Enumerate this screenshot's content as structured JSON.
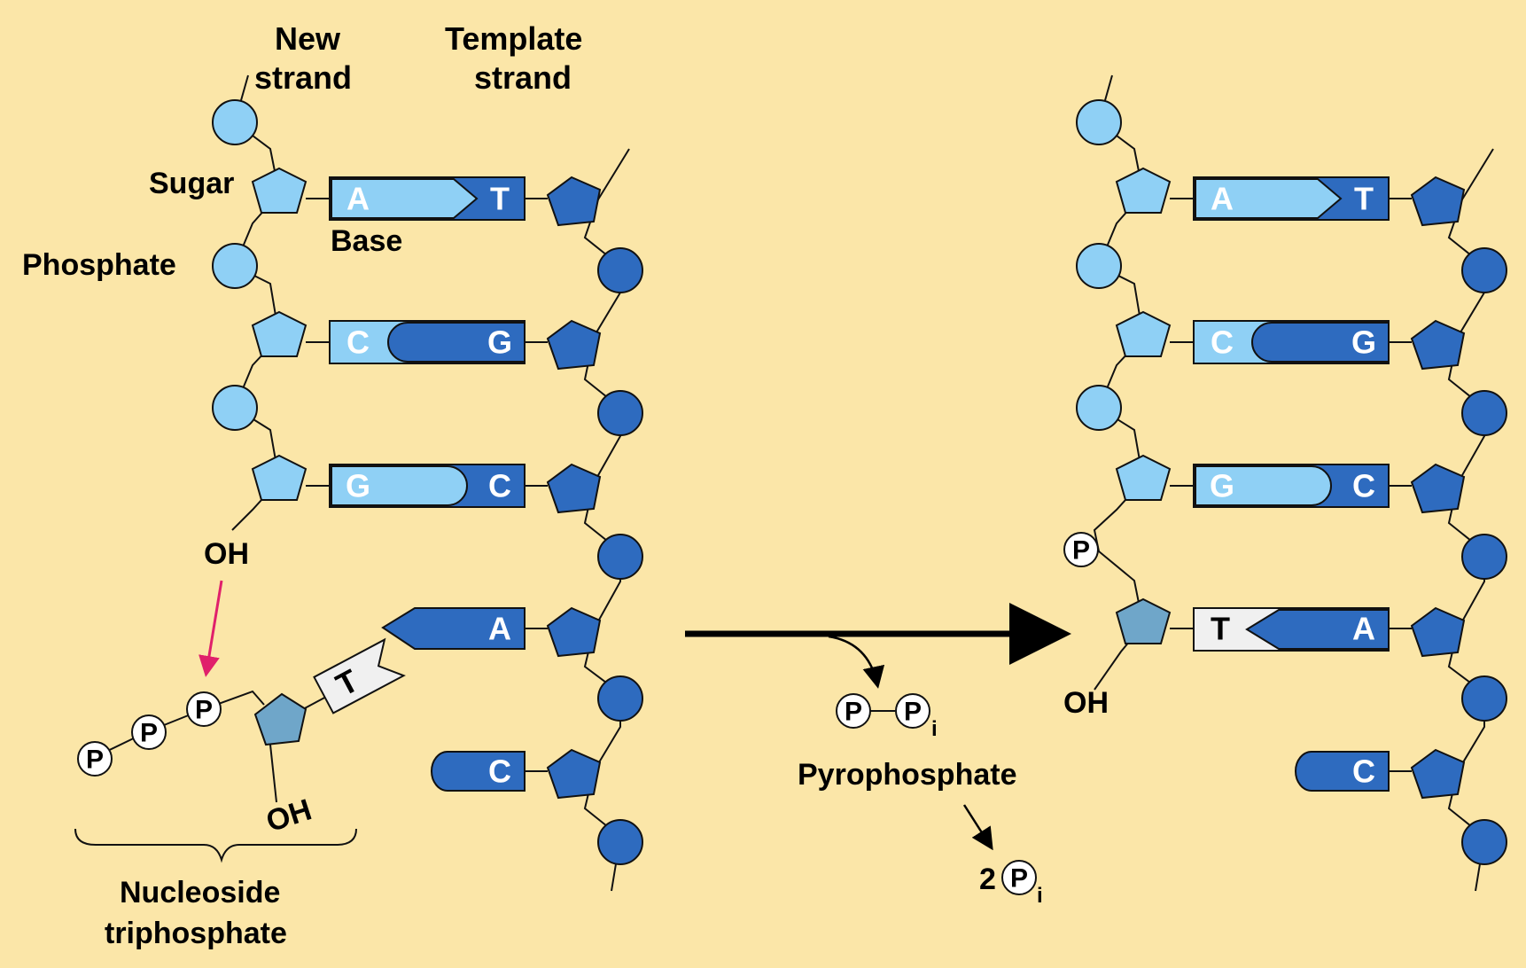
{
  "labels": {
    "new_strand_1": "New",
    "new_strand_2": "strand",
    "template_strand_1": "Template",
    "template_strand_2": "strand",
    "sugar": "Sugar",
    "phosphate": "Phosphate",
    "base": "Base",
    "oh": "OH",
    "nucleoside_1": "Nucleoside",
    "nucleoside_2": "triphosphate",
    "pyrophosphate": "Pyrophosphate",
    "p": "P",
    "pi_sub": "i",
    "two": "2"
  },
  "left_panel": {
    "pairs": [
      {
        "new": "A",
        "template": "T"
      },
      {
        "new": "C",
        "template": "G"
      },
      {
        "new": "G",
        "template": "C"
      }
    ],
    "incoming_template_base": "A",
    "incoming_nucleotide_base": "T",
    "unpaired_template_base": "C"
  },
  "right_panel": {
    "pairs": [
      {
        "new": "A",
        "template": "T"
      },
      {
        "new": "C",
        "template": "G"
      },
      {
        "new": "G",
        "template": "C"
      },
      {
        "new": "T",
        "template": "A"
      }
    ],
    "unpaired_template_base": "C"
  },
  "colors": {
    "background": "#fbe6a8",
    "new_strand_light_blue": "#8fd0f5",
    "template_dark_blue": "#2e6bbf",
    "incoming_sugar": "#6fa6c9",
    "incoming_base": "#f0f0f0",
    "arrow_magenta": "#e0206b"
  }
}
